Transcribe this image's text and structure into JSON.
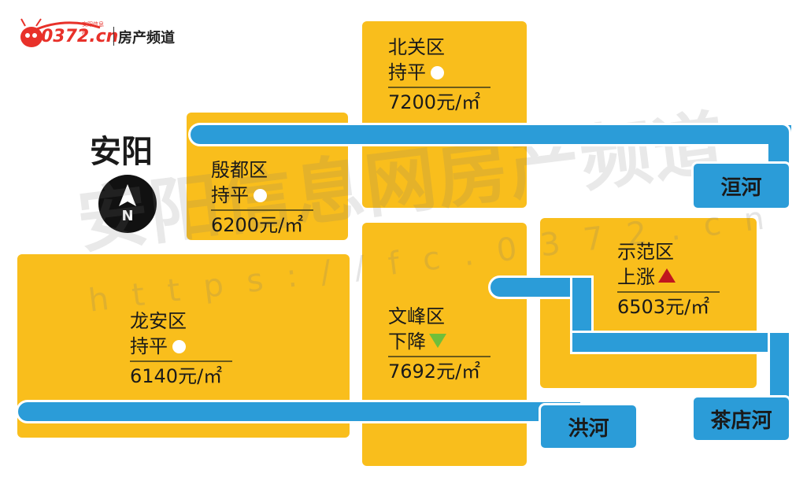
{
  "logo": {
    "site": "0372.cn",
    "sub": "安阳信息网",
    "channel": "房产频道"
  },
  "city": "安阳",
  "compass": {
    "letter": "N"
  },
  "watermark": {
    "main": "安阳信息网房产频道",
    "url": "https://fc.0372.cn"
  },
  "rivers": [
    {
      "id": "huan",
      "label": "洹河"
    },
    {
      "id": "hong",
      "label": "洪河"
    },
    {
      "id": "chadian",
      "label": "茶店河"
    }
  ],
  "districts": [
    {
      "id": "beiguan",
      "name": "北关区",
      "status": "持平",
      "trend": "flat",
      "price": "7200元/㎡"
    },
    {
      "id": "yindu",
      "name": "殷都区",
      "status": "持平",
      "trend": "flat",
      "price": "6200元/㎡"
    },
    {
      "id": "longan",
      "name": "龙安区",
      "status": "持平",
      "trend": "flat",
      "price": "6140元/㎡"
    },
    {
      "id": "wenfeng",
      "name": "文峰区",
      "status": "下降",
      "trend": "down",
      "price": "7692元/㎡"
    },
    {
      "id": "shifan",
      "name": "示范区",
      "status": "上涨",
      "trend": "up",
      "price": "6503元/㎡"
    }
  ],
  "colors": {
    "block": "#F9BE1C",
    "river": "#2B9CD8",
    "up": "#C0161E",
    "down": "#6FBF3A"
  }
}
